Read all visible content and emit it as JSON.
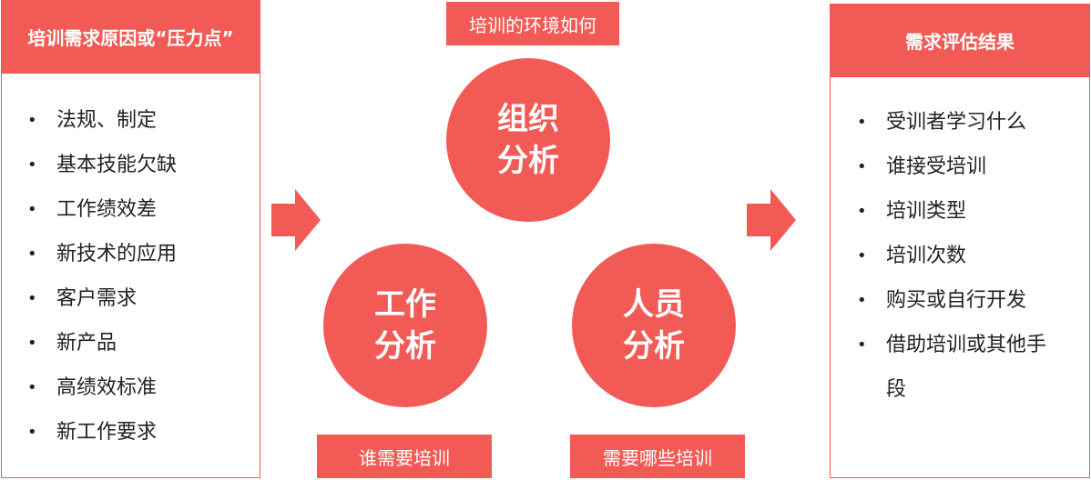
{
  "colors": {
    "accent": "#f25a55",
    "text": "#222222",
    "background": "#ffffff"
  },
  "left_panel": {
    "title": "培训需求原因或“压力点”",
    "items": [
      "法规、制定",
      "基本技能欠缺",
      "工作绩效差",
      "新技术的应用",
      "客户需求",
      "新产品",
      "高绩效标准",
      "新工作要求"
    ]
  },
  "center": {
    "top_label": "培训的环境如何",
    "org_circle": {
      "line1": "组织",
      "line2": "分析"
    },
    "work_circle": {
      "line1": "工作",
      "line2": "分析"
    },
    "people_circle": {
      "line1": "人员",
      "line2": "分析"
    },
    "bottom_left_label": "谁需要培训",
    "bottom_right_label": "需要哪些培训"
  },
  "right_panel": {
    "title": "需求评估结果",
    "items": [
      "受训者学习什么",
      "谁接受培训",
      "培训类型",
      "培训次数",
      "购买或自行开发",
      "借助培训或其他手",
      "段"
    ]
  },
  "bullet_symbol": "•",
  "icons": {
    "flow_arrow": "arrow-right-icon"
  }
}
